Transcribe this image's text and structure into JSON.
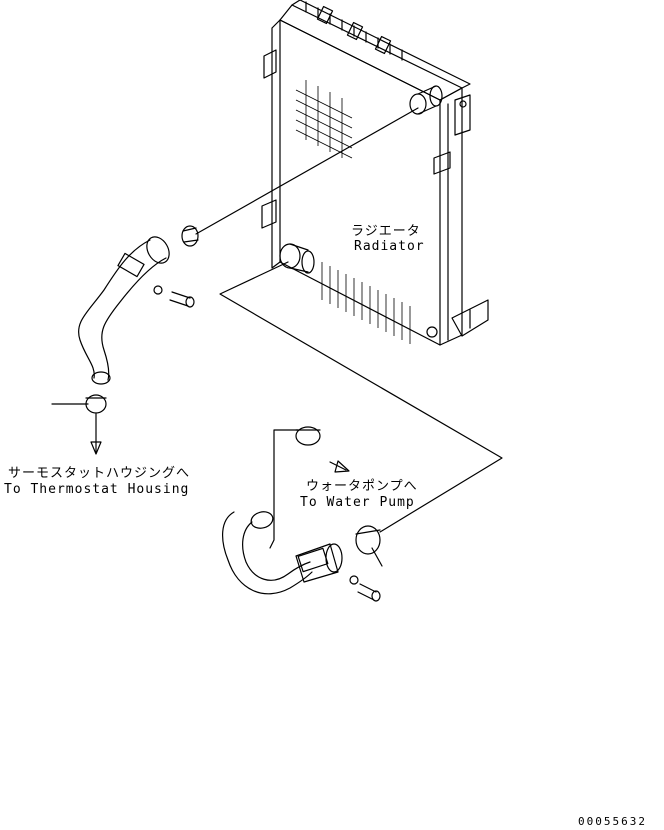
{
  "labels": {
    "radiator_jp": "ラジエータ",
    "radiator_en": "Radiator",
    "thermostat_jp": "サーモスタットハウジングへ",
    "thermostat_en": "To Thermostat Housing",
    "waterpump_jp": "ウォータポンプへ",
    "waterpump_en": "To Water Pump",
    "ref_number": "00055632"
  }
}
